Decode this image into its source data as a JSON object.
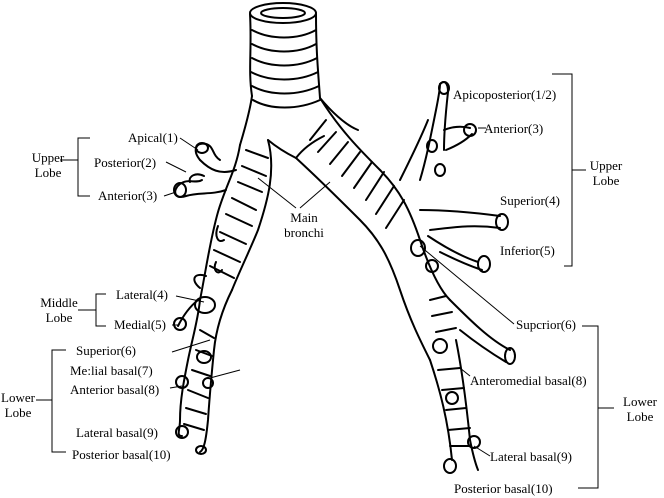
{
  "labels": {
    "main": [
      "Main",
      "bronchi"
    ],
    "left_upper": [
      "Upper",
      "Lobe"
    ],
    "left_middle": [
      "Middle",
      "Lobe"
    ],
    "left_lower": [
      "Lower",
      "Lobe"
    ],
    "right_upper": [
      "Upper",
      "Lobe"
    ],
    "right_lower": [
      "Lower",
      "Lobe"
    ],
    "apical": "Apical(1)",
    "posterior": "Posterior(2)",
    "anterior_l": "Anterior(3)",
    "lateral": "Lateral(4)",
    "medial": "Medial(5)",
    "superior_l": "Superior(6)",
    "medial_basal": "Me:lial basal(7)",
    "anterior_basal": "Anterior basal(8)",
    "lateral_basal_l": "Lateral basal(9)",
    "posterior_basal_l": "Posterior basal(10)",
    "apicoposterior": "Apicoposterior(1/2)",
    "anterior_r": "Anterior(3)",
    "superior_r": "Superior(4)",
    "inferior_r": "Inferior(5)",
    "superior_r6": "Supcrior(6)",
    "anteromedial_basal": "Anteromedial basal(8)",
    "lateral_basal_r": "Lateral basal(9)",
    "posterior_basal_r": "Posterior basal(10)"
  },
  "colors": {
    "ink": "#000000",
    "background": "#ffffff"
  }
}
